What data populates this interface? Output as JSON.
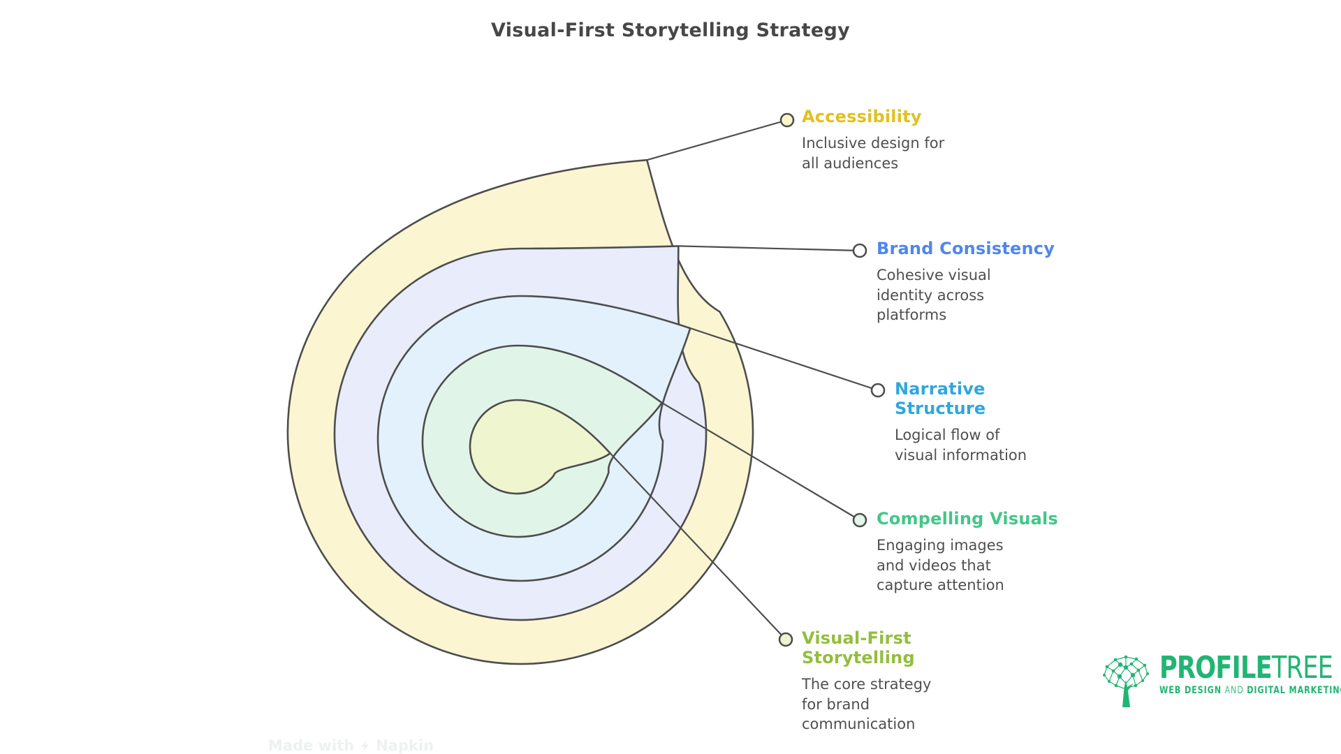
{
  "page": {
    "background": "#ffffff",
    "title": "Visual-First Storytelling Strategy",
    "title_color": "#474747"
  },
  "diagram": {
    "outline_color": "#4d4d4d",
    "text_color": "#4f4f4f",
    "layers": [
      {
        "id": "accessibility",
        "title_lines": [
          "Accessibility"
        ],
        "title_color": "#e2c01d",
        "desc_lines": [
          "Inclusive design for",
          "all audiences"
        ],
        "fill": "#fbf5d2",
        "marker_fill": "#fcf6cb"
      },
      {
        "id": "brand-consistency",
        "title_lines": [
          "Brand Consistency"
        ],
        "title_color": "#4f86ee",
        "desc_lines": [
          "Cohesive visual",
          "identity across",
          "platforms"
        ],
        "fill": "#e8ecfb",
        "marker_fill": "#ffffff"
      },
      {
        "id": "narrative-structure",
        "title_lines": [
          "Narrative",
          "Structure"
        ],
        "title_color": "#2fa7dd",
        "desc_lines": [
          "Logical flow of",
          "visual information"
        ],
        "fill": "#e3f1fc",
        "marker_fill": "#ffffff"
      },
      {
        "id": "compelling-visuals",
        "title_lines": [
          "Compelling Visuals"
        ],
        "title_color": "#43c688",
        "desc_lines": [
          "Engaging images",
          "and videos that",
          "capture attention"
        ],
        "fill": "#e0f5e8",
        "marker_fill": "#e2f6ec"
      },
      {
        "id": "visual-first-storytelling",
        "title_lines": [
          "Visual-First",
          "Storytelling"
        ],
        "title_color": "#93be3d",
        "desc_lines": [
          "The core strategy",
          "for brand",
          "communication"
        ],
        "fill": "#eff5cf",
        "marker_fill": "#ecf4d2"
      }
    ]
  },
  "watermark": {
    "prefix": "Made with",
    "brand": "Napkin",
    "color": "#edf2f1"
  },
  "logo": {
    "brand_bold": "PROFILE",
    "brand_light": "TREE",
    "tagline_bold1": "WEB DESIGN",
    "tagline_mid": "AND",
    "tagline_bold2": "DIGITAL MARKETING",
    "color": "#21b573"
  }
}
